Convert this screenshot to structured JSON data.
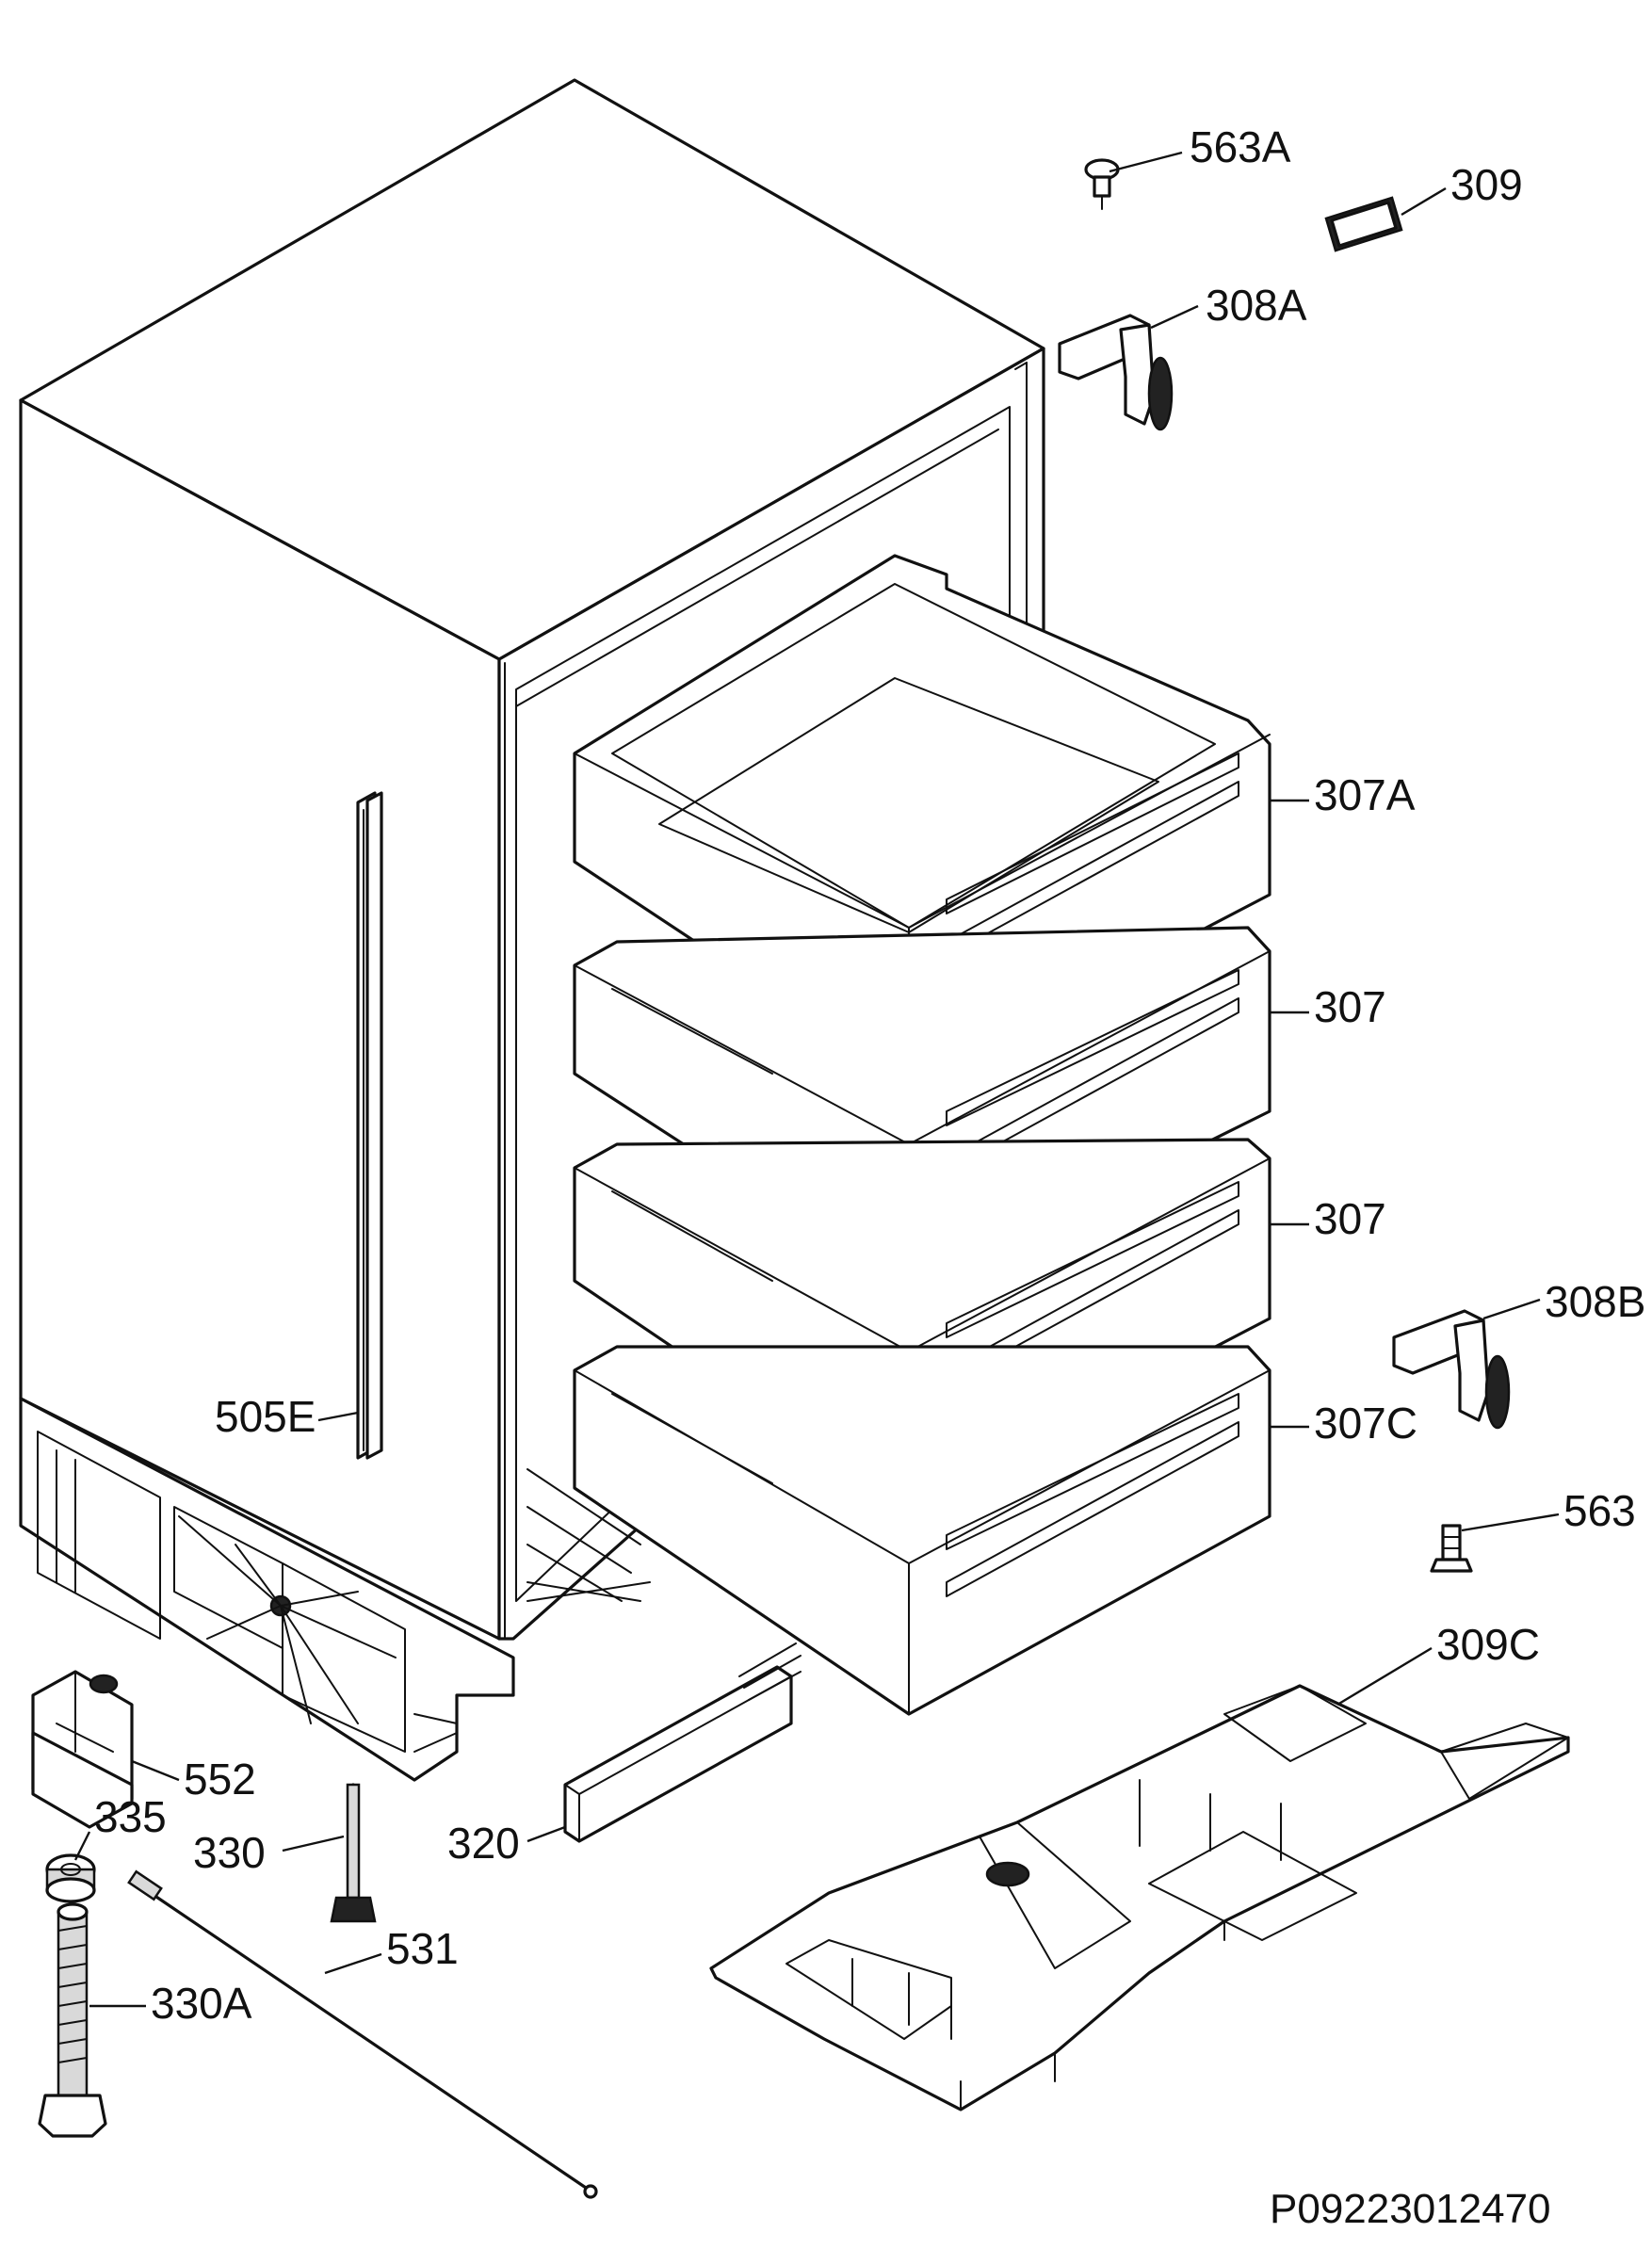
{
  "diagram": {
    "document_id": "P09223012470",
    "callouts": [
      {
        "id": "563A",
        "label": "563A"
      },
      {
        "id": "309",
        "label": "309"
      },
      {
        "id": "308A",
        "label": "308A"
      },
      {
        "id": "307A",
        "label": "307A"
      },
      {
        "id": "307-1",
        "label": "307"
      },
      {
        "id": "307-2",
        "label": "307"
      },
      {
        "id": "308B",
        "label": "308B"
      },
      {
        "id": "307C",
        "label": "307C"
      },
      {
        "id": "563",
        "label": "563"
      },
      {
        "id": "505E",
        "label": "505E"
      },
      {
        "id": "309C",
        "label": "309C"
      },
      {
        "id": "552",
        "label": "552"
      },
      {
        "id": "335",
        "label": "335"
      },
      {
        "id": "330",
        "label": "330"
      },
      {
        "id": "320",
        "label": "320"
      },
      {
        "id": "531",
        "label": "531"
      },
      {
        "id": "330A",
        "label": "330A"
      }
    ]
  }
}
